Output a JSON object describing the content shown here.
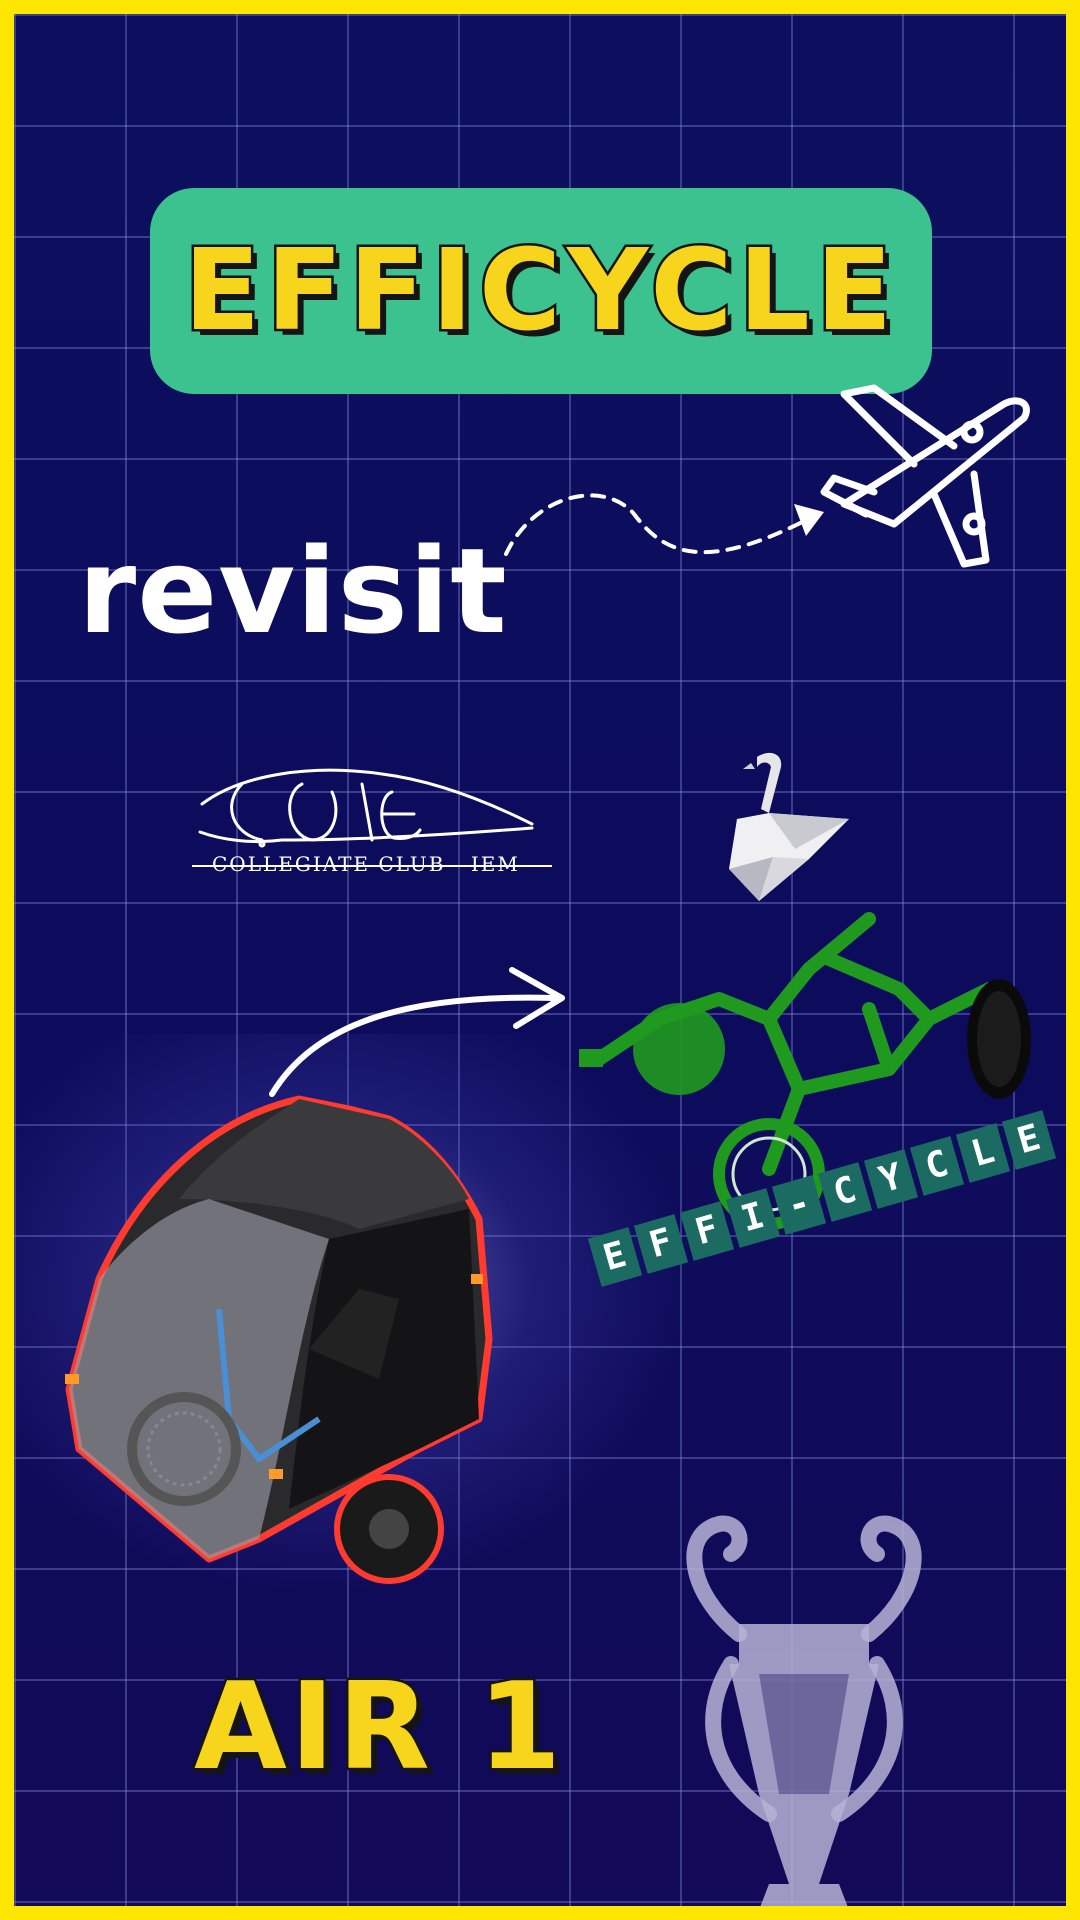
{
  "title": "EFFICYCLE",
  "revisit": "revisit",
  "sae": {
    "tagline": "COLLEGIATE CLUB - IEM"
  },
  "effi_banner": {
    "letters": [
      "E",
      "F",
      "F",
      "I",
      "-",
      "C",
      "Y",
      "C",
      "L",
      "E"
    ]
  },
  "air_rank": "AIR 1",
  "icons": [
    "airplane-icon",
    "swan-icon",
    "trophy-icon",
    "arrow-icon"
  ],
  "colors": {
    "border": "#ffe600",
    "background": "#0c0e5e",
    "title_pill": "#3cc28e",
    "title_text": "#f6d51c",
    "banner_tile": "#1b6b63",
    "cycle_green": "#1f9a1f"
  }
}
